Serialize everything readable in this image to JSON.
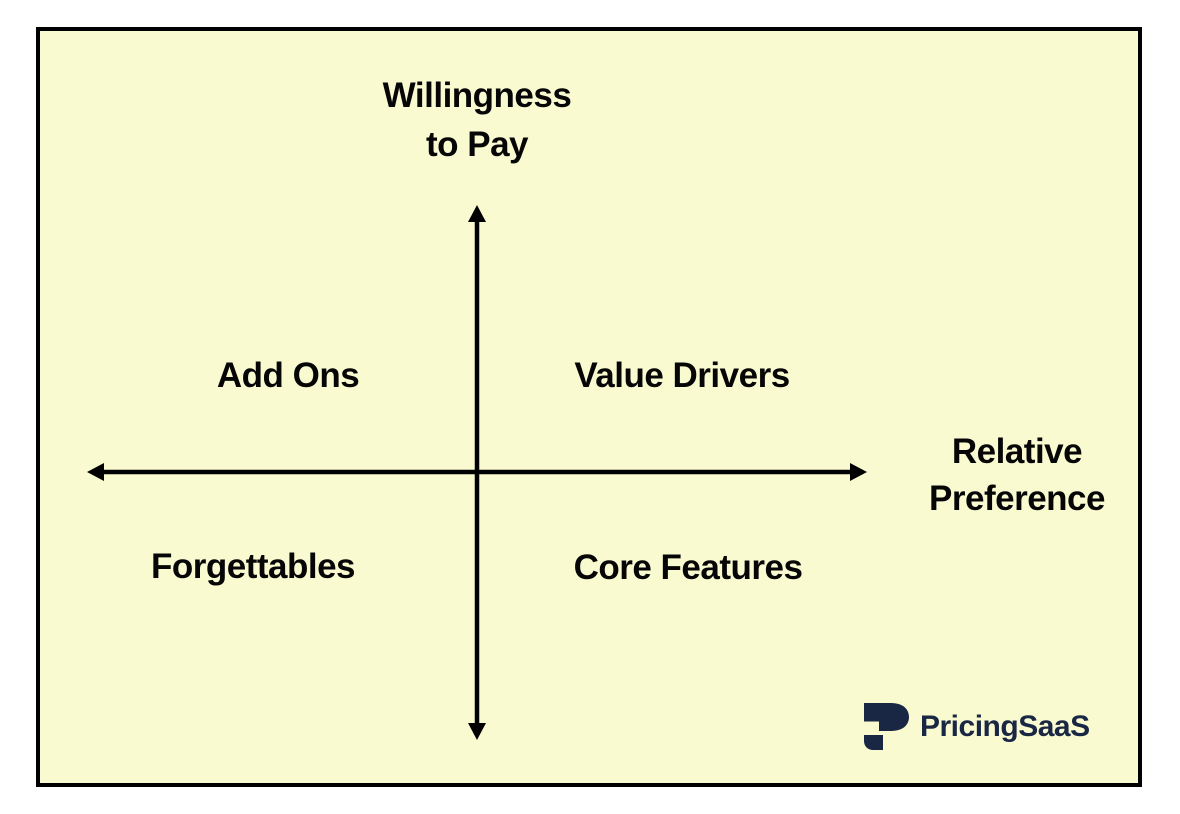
{
  "diagram": {
    "type": "2x2-matrix",
    "y_axis": {
      "title_line1": "Willingness",
      "title_line2": "to Pay"
    },
    "x_axis": {
      "title_line1": "Relative",
      "title_line2": "Preference"
    },
    "quadrants": {
      "top_left": "Add Ons",
      "top_right": "Value Drivers",
      "bottom_left": "Forgettables",
      "bottom_right": "Core Features"
    }
  },
  "branding": {
    "logo_text": "PricingSaaS",
    "logo_color": "#1A2744"
  },
  "colors": {
    "panel_background": "#FAFAD1",
    "panel_border": "#000000",
    "text": "#060606",
    "arrows": "#000000"
  }
}
